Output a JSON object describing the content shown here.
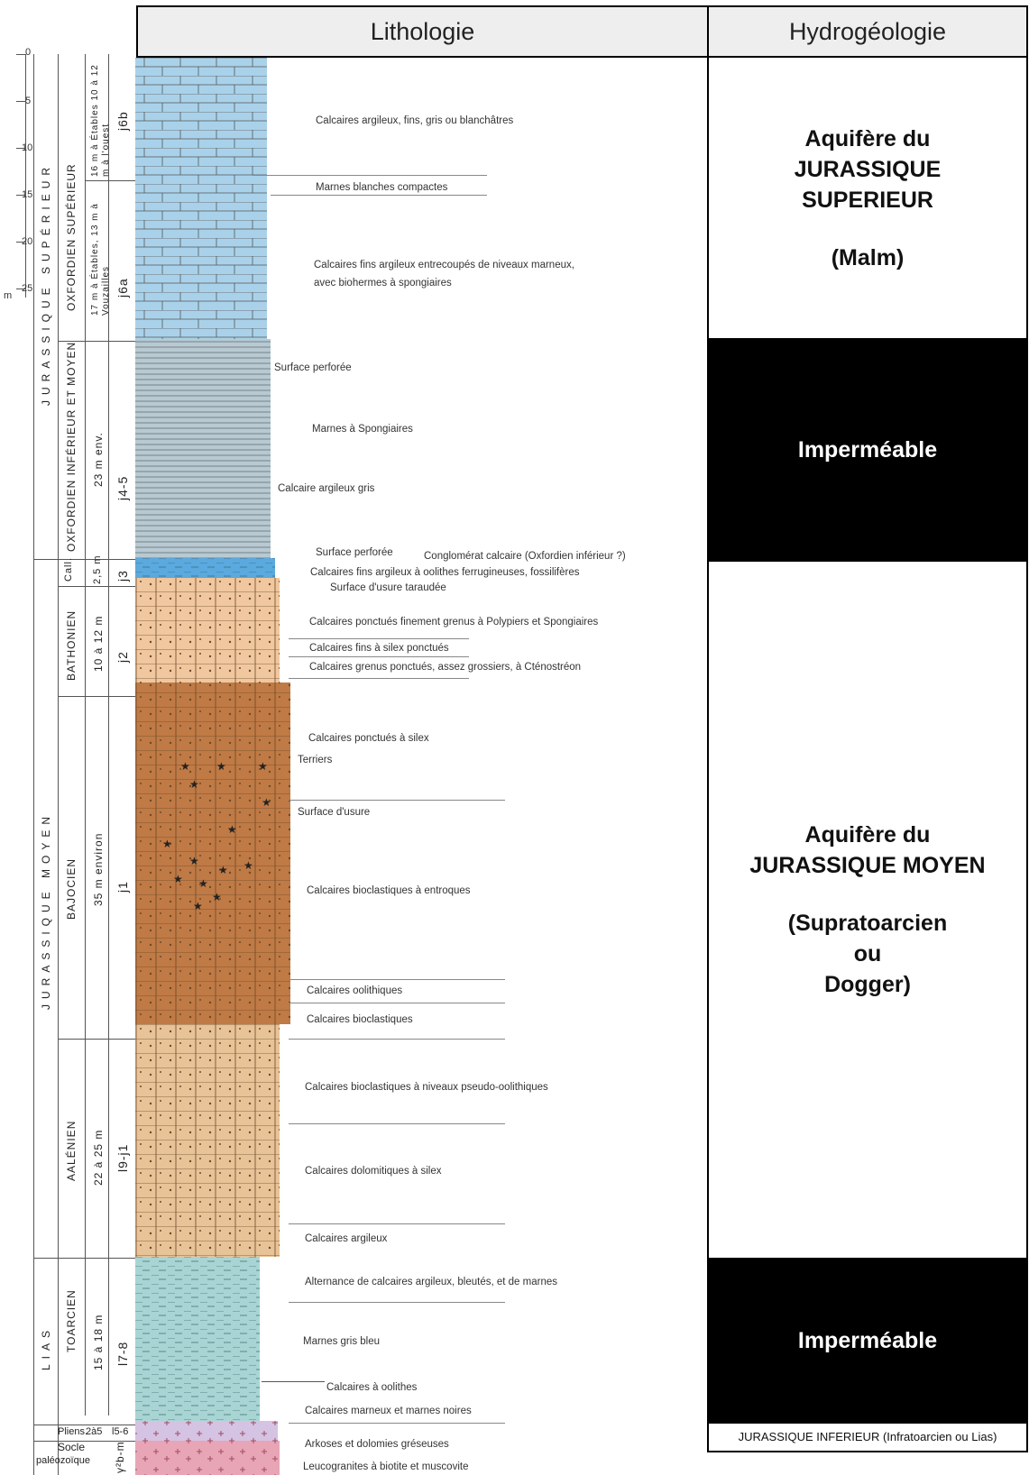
{
  "header": {
    "lithology": "Lithologie",
    "hydrogeology": "Hydrogéologie"
  },
  "scale": {
    "unit": "m",
    "ticks": [
      "0",
      "5",
      "10",
      "15",
      "20",
      "25"
    ]
  },
  "stages": {
    "jurassique_superieur": "JURASSIQUE SUPÉRIEUR",
    "jurassique_moyen": "JURASSIQUE MOYEN",
    "lias": "LIAS",
    "oxfordien_superieur": "OXFORDIEN SUPÉRIEUR",
    "oxfordien_inferieur_moyen": "OXFORDIEN INFÉRIEUR ET MOYEN",
    "callovien": "Call.",
    "bathonien": "BATHONIEN",
    "bajocien": "BAJOCIEN",
    "aalenien": "AALÉNIEN",
    "toarcien": "TOARCIEN",
    "pliensbachien": "Pliens.",
    "socle_1": "Socle",
    "socle_2": "paléozoïque"
  },
  "thickness": {
    "j6b": "16 m à Étables 10 à 12 m à l'ouest",
    "j6a": "17 m à Étables, 13 m à Vouzailles",
    "j45": "23 m env.",
    "j3": "2,5 m",
    "j2": "10 à 12 m",
    "j1": "35 m environ",
    "l9j1": "22 à 25 m",
    "l78": "15 à 18 m",
    "lias_p": "2à5"
  },
  "codes": {
    "j6b": "j6b",
    "j6a": "j6a",
    "j45": "j4-5",
    "j3": "j3",
    "j2": "j2",
    "j1": "j1",
    "l9j1": "l9-j1",
    "l78": "l7-8",
    "l56": "l5-6",
    "gamma": "γ²b-m"
  },
  "descriptions": [
    "Calcaires argileux, fins, gris ou blanchâtres",
    "Marnes blanches compactes",
    "Calcaires fins argileux entrecoupés de niveaux marneux,",
    "avec biohermes à spongiaires",
    "Surface perforée",
    "Marnes à Spongiaires",
    "Calcaire argileux gris",
    "Surface perforée",
    "Conglomérat calcaire (Oxfordien inférieur ?)",
    "Calcaires fins argileux à oolithes ferrugineuses, fossilifères",
    "Surface d'usure taraudée",
    "Calcaires ponctués finement grenus à Polypiers et Spongiaires",
    "Calcaires fins à silex ponctués",
    "Calcaires grenus ponctués, assez grossiers, à Cténostréon",
    "Calcaires ponctués à silex",
    "Terriers",
    "Surface d'usure",
    "Calcaires bioclastiques à entroques",
    "Calcaires oolithiques",
    "Calcaires bioclastiques",
    "Calcaires bioclastiques à niveaux pseudo-oolithiques",
    "Calcaires dolomitiques à silex",
    "Calcaires argileux",
    "Alternance de calcaires argileux, bleutés, et de marnes",
    "Marnes gris bleu",
    "Calcaires à oolithes",
    "Calcaires marneux et marnes noires",
    "Arkoses et dolomies gréseuses",
    "Leucogranites à biotite et muscovite"
  ],
  "hydro": {
    "malm": [
      "Aquifère du",
      "JURASSIQUE",
      "SUPERIEUR",
      "",
      "(Malm)"
    ],
    "imperm1": "Imperméable",
    "dogger": [
      "Aquifère du",
      "JURASSIQUE MOYEN",
      "",
      "(Supratoarcien",
      "ou",
      "Dogger)"
    ],
    "imperm2": "Imperméable",
    "lias": "JURASSIQUE INFERIEUR (Infratoarcien ou Lias)"
  },
  "colors": {
    "j6": "#a9d2ea",
    "j45": "#b9c9d1",
    "j3": "#5aa9df",
    "j2": "#f0c79e",
    "j1": "#c07a45",
    "l9j1": "#e7c397",
    "toarcien": "#a8d5d4",
    "arkose": "#d5c3e3",
    "granite": "#e8a5b6",
    "dark": "#000000"
  }
}
